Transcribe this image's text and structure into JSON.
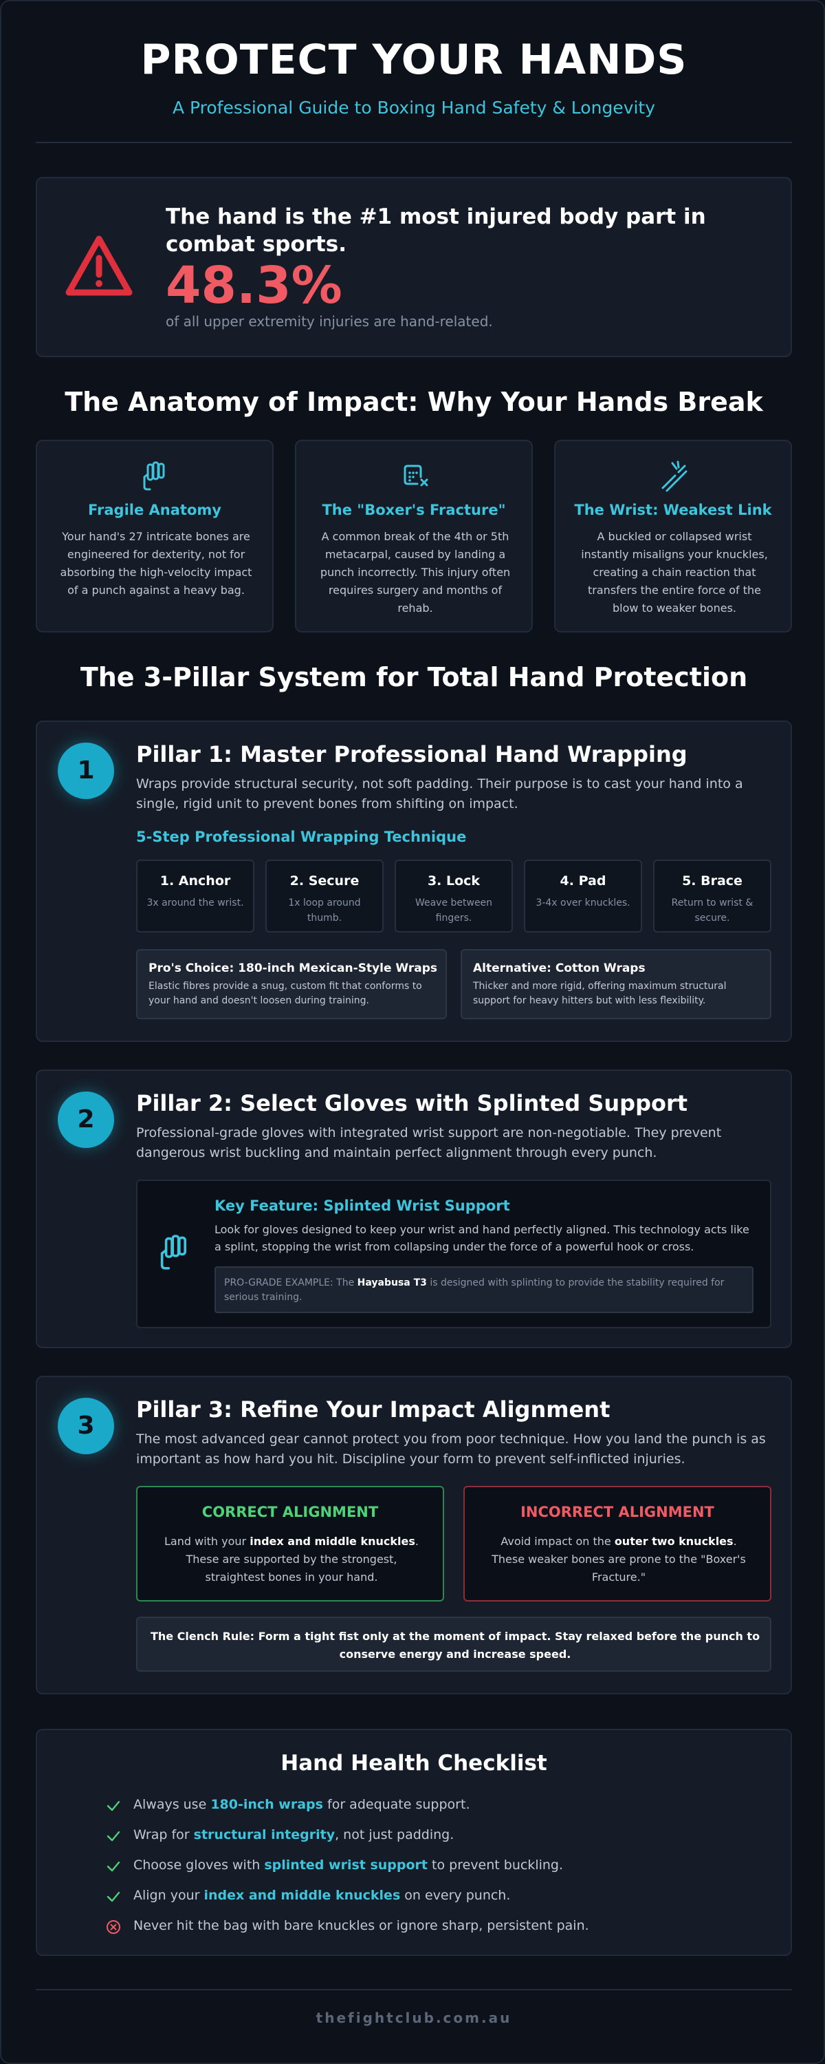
{
  "header": {
    "title": "PROTECT YOUR HANDS",
    "subtitle": "A Professional Guide to Boxing Hand Safety & Longevity"
  },
  "stat": {
    "icon": "warning-triangle-icon",
    "heading": "The hand is the #1 most injured body part in combat sports.",
    "value": "48.3%",
    "caption": "of all upper extremity injuries are hand-related."
  },
  "anatomy": {
    "heading": "The Anatomy of Impact: Why Your Hands Break",
    "cards": [
      {
        "icon": "hand-icon",
        "title": "Fragile Anatomy",
        "text": "Your hand's 27 intricate bones are engineered for dexterity, not for absorbing the high-velocity impact of a punch against a heavy bag."
      },
      {
        "icon": "bone-break-icon",
        "title": "The \"Boxer's Fracture\"",
        "text": "A common break of the 4th or 5th metacarpal, caused by landing a punch incorrectly. This injury often requires surgery and months of rehab."
      },
      {
        "icon": "broken-link-icon",
        "title": "The Wrist: Weakest Link",
        "text": "A buckled or collapsed wrist instantly misaligns your knuckles, creating a chain reaction that transfers the entire force of the blow to weaker bones."
      }
    ]
  },
  "pillars_heading": "The 3-Pillar System for Total Hand Protection",
  "pillar1": {
    "number": "1",
    "title": "Pillar 1: Master Professional Hand Wrapping",
    "description": "Wraps provide structural security, not soft padding. Their purpose is to cast your hand into a single, rigid unit to prevent bones from shifting on impact.",
    "steps_heading": "5-Step Professional Wrapping Technique",
    "steps": [
      {
        "name": "1. Anchor",
        "detail": "3x around the wrist."
      },
      {
        "name": "2. Secure",
        "detail": "1x loop around thumb."
      },
      {
        "name": "3. Lock",
        "detail": "Weave between fingers."
      },
      {
        "name": "4. Pad",
        "detail": "3-4x over knuckles."
      },
      {
        "name": "5. Brace",
        "detail": "Return to wrist & secure."
      }
    ],
    "options": [
      {
        "title": "Pro's Choice: 180-inch Mexican-Style Wraps",
        "text": "Elastic fibres provide a snug, custom fit that conforms to your hand and doesn't loosen during training."
      },
      {
        "title": "Alternative: Cotton Wraps",
        "text": "Thicker and more rigid, offering maximum structural support for heavy hitters but with less flexibility."
      }
    ]
  },
  "pillar2": {
    "number": "2",
    "title": "Pillar 2: Select Gloves with Splinted Support",
    "description": "Professional-grade gloves with integrated wrist support are non-negotiable. They prevent dangerous wrist buckling and maintain perfect alignment through every punch.",
    "feature_title": "Key Feature: Splinted Wrist Support",
    "feature_text": "Look for gloves designed to keep your wrist and hand perfectly aligned. This technology acts like a splint, stopping the wrist from collapsing under the force of a powerful hook or cross.",
    "example_prefix": "PRO-GRADE EXAMPLE: The ",
    "example_product": "Hayabusa T3",
    "example_suffix": " is designed with splinting to provide the stability required for serious training."
  },
  "pillar3": {
    "number": "3",
    "title": "Pillar 3: Refine Your Impact Alignment",
    "description": "The most advanced gear cannot protect you from poor technique. How you land the punch is as important as how hard you hit. Discipline your form to prevent self-inflicted injuries.",
    "correct": {
      "title": "CORRECT ALIGNMENT",
      "prefix": "Land with your ",
      "bold": "index and middle knuckles",
      "suffix": ". These are supported by the strongest, straightest bones in your hand."
    },
    "incorrect": {
      "title": "INCORRECT ALIGNMENT",
      "prefix": "Avoid impact on the ",
      "bold": "outer two knuckles",
      "suffix": ". These weaker bones are prone to the \"Boxer's Fracture.\""
    },
    "clench_rule": "The Clench Rule: Form a tight fist only at the moment of impact. Stay relaxed before the punch to conserve energy and increase speed."
  },
  "checklist": {
    "title": "Hand Health Checklist",
    "items": [
      {
        "type": "check",
        "prefix": "Always use ",
        "bold": "180-inch wraps",
        "suffix": " for adequate support."
      },
      {
        "type": "check",
        "prefix": "Wrap for ",
        "bold": "structural integrity",
        "suffix": ", not just padding."
      },
      {
        "type": "check",
        "prefix": "Choose gloves with ",
        "bold": "splinted wrist support",
        "suffix": " to prevent buckling."
      },
      {
        "type": "check",
        "prefix": "Align your ",
        "bold": "index and middle knuckles",
        "suffix": " on every punch."
      },
      {
        "type": "cross",
        "prefix": "Never hit the bag with bare knuckles or ignore sharp, persistent pain.",
        "bold": "",
        "suffix": ""
      }
    ]
  },
  "colors": {
    "accent": "#3ec4dc",
    "alert": "#ef5a63",
    "success": "#4fd178",
    "background": "#0c111a"
  },
  "footer": "thefightclub.com.au"
}
